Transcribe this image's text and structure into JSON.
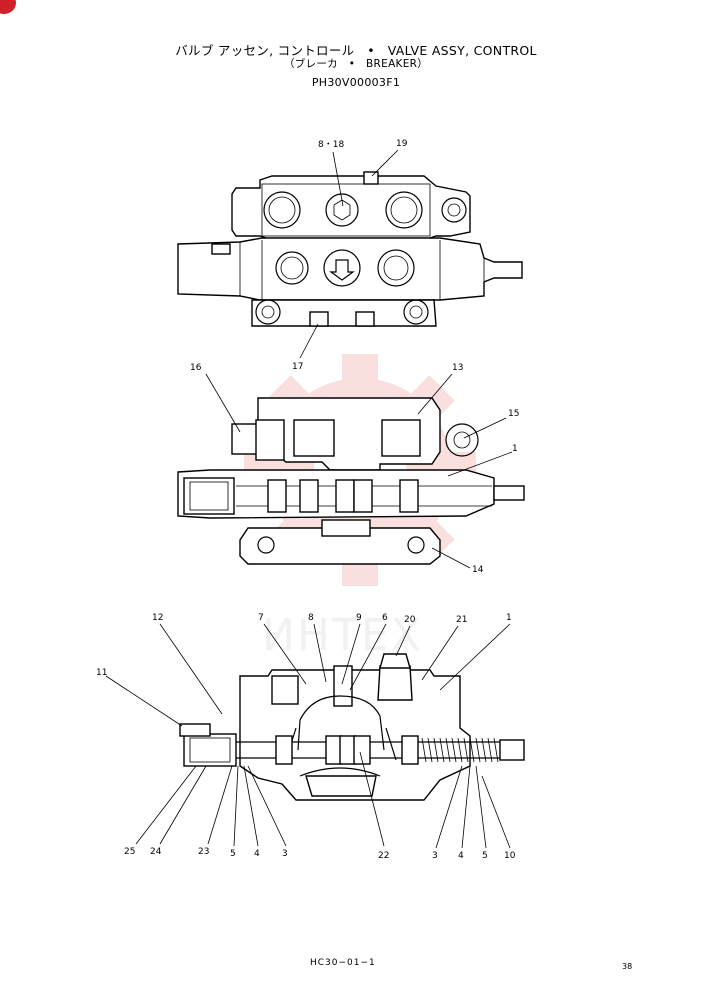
{
  "header": {
    "title_line": "バルブ アッセン, コントロール　•　VALVE ASSY, CONTROL",
    "subtitle_line": "（ブレーカ　•　BREAKER）",
    "part_code": "PH30V00003F1"
  },
  "watermark": {
    "text": "ИНТЕХ",
    "gear_color": "#f6c6c6"
  },
  "callouts": {
    "top_view": [
      "8・18",
      "19",
      "17"
    ],
    "middle_view": [
      "16",
      "13",
      "15",
      "1",
      "14"
    ],
    "bottom_view": [
      "12",
      "11",
      "7",
      "8",
      "9",
      "6",
      "20",
      "21",
      "1",
      "25",
      "24",
      "23",
      "5",
      "4",
      "3",
      "22",
      "3",
      "4",
      "5",
      "10"
    ]
  },
  "footer": {
    "doc_ref": "HC30−01−1",
    "page_number": "38"
  },
  "colors": {
    "corner_mark": "#d0202a",
    "ink": "#000000"
  }
}
